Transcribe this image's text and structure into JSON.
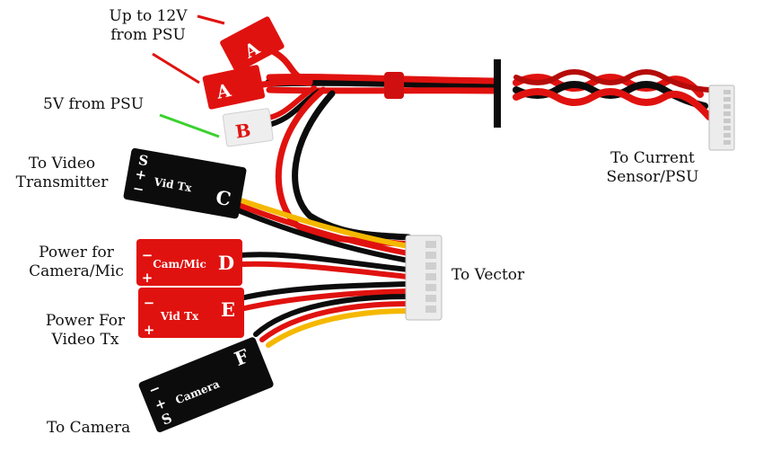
{
  "labels": {
    "up12v": [
      "Up to 12V",
      "from PSU"
    ],
    "fivev": "5V from PSU",
    "video_tx": [
      "To Video",
      "Transmitter"
    ],
    "cam_mic_power": [
      "Power for",
      "Camera/Mic"
    ],
    "video_tx_power": [
      "Power For",
      "Video Tx"
    ],
    "to_camera": "To Camera",
    "to_vector": "To Vector",
    "current_sensor": [
      "To Current",
      "Sensor/PSU"
    ]
  },
  "connectors": {
    "a1": {
      "letter": "A"
    },
    "a2": {
      "letter": "A"
    },
    "b": {
      "letter": "B"
    },
    "c": {
      "letter": "C",
      "text": "Vid Tx",
      "pins": [
        "S",
        "+",
        "−"
      ]
    },
    "d": {
      "letter": "D",
      "text": "Cam/Mic",
      "pins": [
        "−",
        "+"
      ]
    },
    "e": {
      "letter": "E",
      "text": "Vid Tx",
      "pins": [
        "−",
        "+"
      ]
    },
    "f": {
      "letter": "F",
      "text": "Camera",
      "pins": [
        "−",
        "+",
        "S"
      ]
    }
  },
  "colors": {
    "red": "#e0120f",
    "black": "#0c0c0c",
    "yellow": "#f5b800",
    "white_connector": "#eeeeee"
  }
}
